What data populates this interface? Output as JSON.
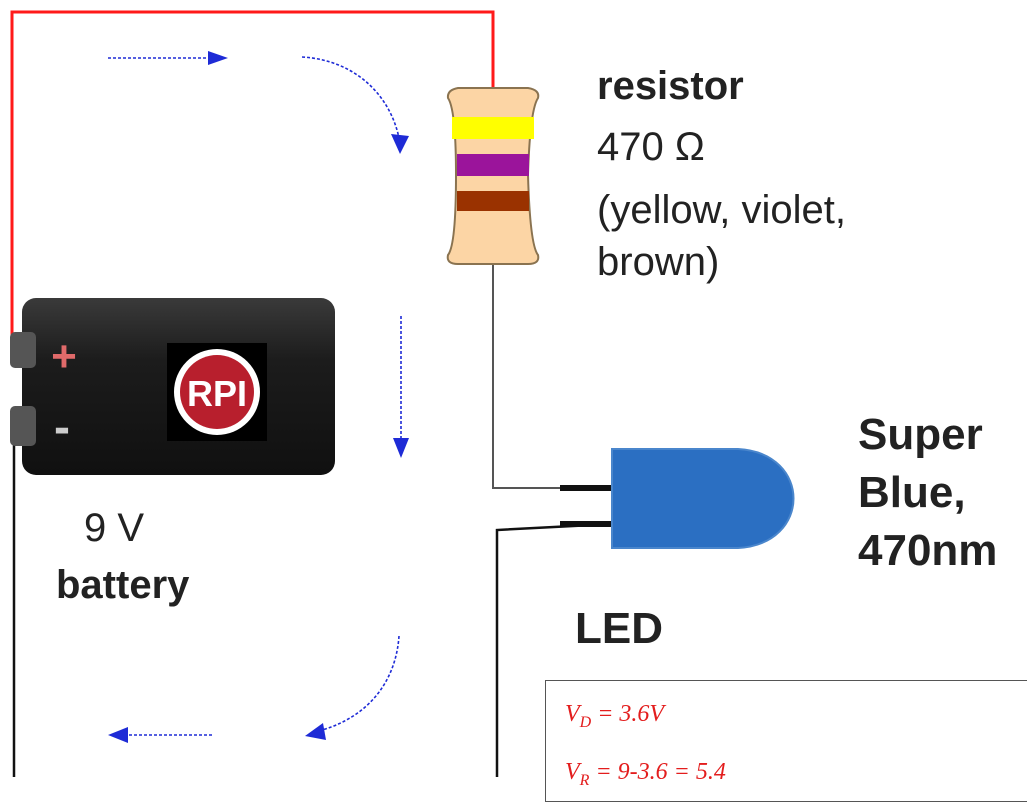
{
  "resistor": {
    "title": "resistor",
    "value": "470 Ω",
    "colors_line1": "(yellow, violet,",
    "colors_line2": "brown)",
    "band_colors": [
      "#ffff00",
      "#9b149b",
      "#9a3200"
    ],
    "body_color": "#fcd5a5"
  },
  "battery": {
    "voltage": "9 V",
    "label": "battery",
    "plus_symbol": "+",
    "minus_symbol": "-",
    "logo_text": "RPI"
  },
  "led": {
    "label": "LED",
    "spec_line1": "Super",
    "spec_line2": "Blue,",
    "spec_line3": "470nm",
    "color": "#2b6fc2"
  },
  "equations": {
    "line1": "V_D = 3.6V",
    "line2": "V_R = 9-3.6 = 5.4"
  },
  "colors": {
    "positive_wire": "#ff1a1a",
    "negative_wire": "#111111",
    "current_arrows": "#1e2bd6",
    "equation_text": "#e31d1d"
  }
}
